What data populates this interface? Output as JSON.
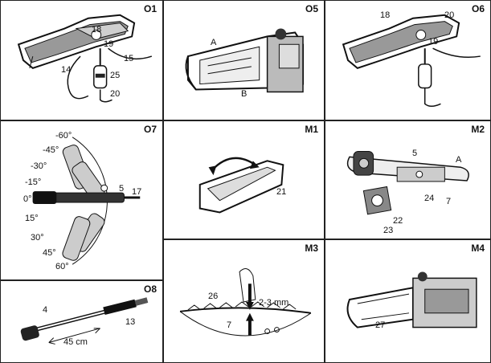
{
  "panels": {
    "o1": {
      "code": "O1"
    },
    "o5": {
      "code": "O5"
    },
    "o6": {
      "code": "O6"
    },
    "o7": {
      "code": "O7",
      "angles": [
        "-60°",
        "-45°",
        "-30°",
        "-15°",
        "0°",
        "15°",
        "30°",
        "45°",
        "60°"
      ]
    },
    "m1": {
      "code": "M1"
    },
    "m2": {
      "code": "M2"
    },
    "m3": {
      "code": "M3",
      "depth_label": "2-3 mm"
    },
    "m4": {
      "code": "M4"
    },
    "o8": {
      "code": "O8",
      "length_label": "45 cm"
    }
  },
  "callouts": {
    "n18": "18",
    "n19": "19",
    "n14": "14",
    "n15": "15",
    "n25": "25",
    "n20": "20",
    "A": "A",
    "B": "B",
    "n5": "5",
    "n17": "17",
    "n21": "21",
    "n24": "24",
    "n22": "22",
    "n23": "23",
    "n26": "26",
    "n7": "7",
    "n27": "27",
    "n4": "4",
    "n13": "13"
  }
}
